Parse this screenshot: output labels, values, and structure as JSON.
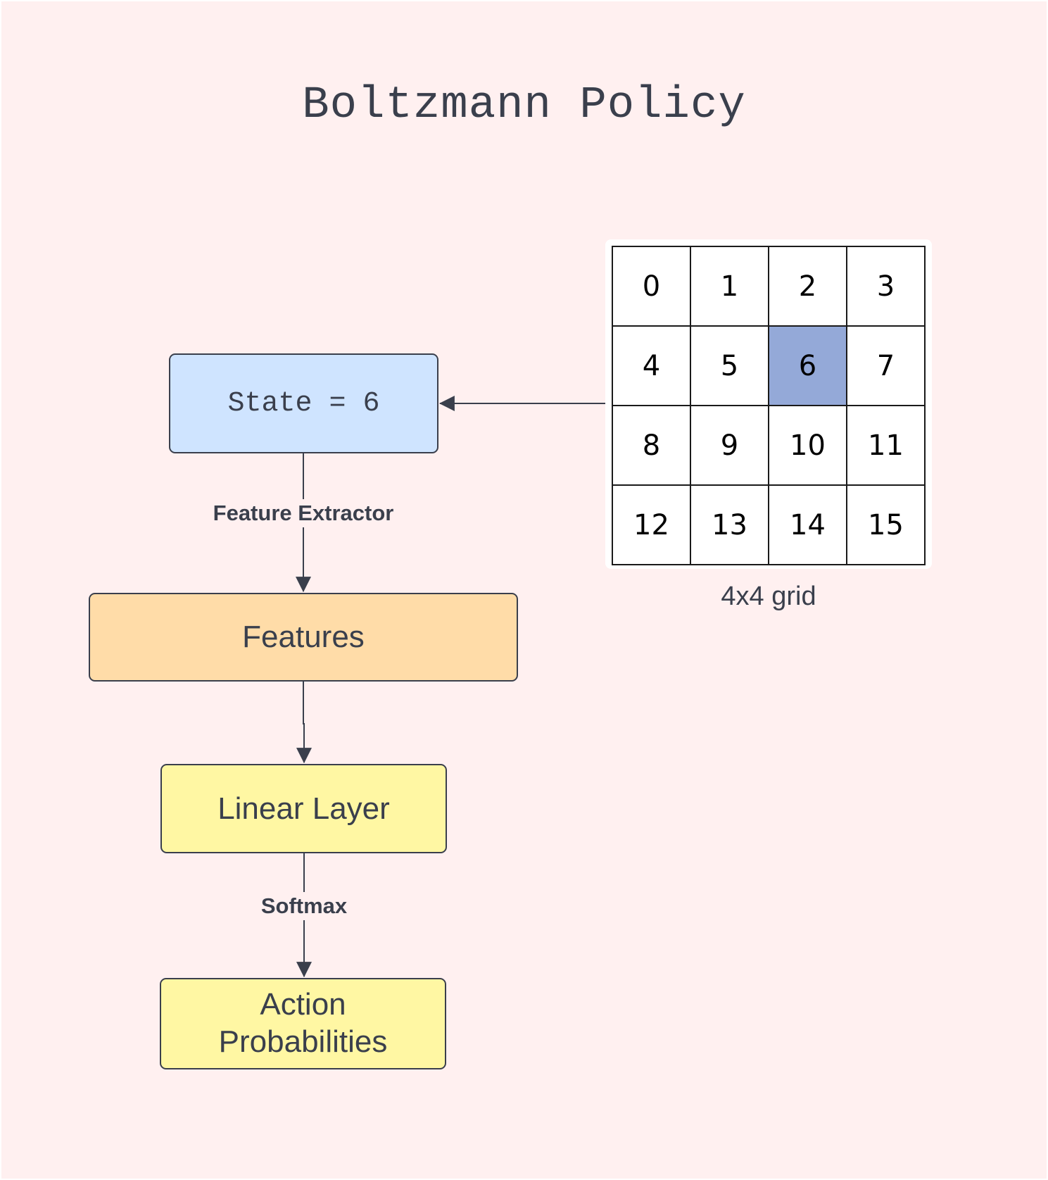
{
  "title": "Boltzmann Policy",
  "nodes": {
    "state": "State = 6",
    "features": "Features",
    "linear": "Linear Layer",
    "action": "Action\nProbabilities"
  },
  "edges": {
    "feature_extractor": "Feature Extractor",
    "softmax": "Softmax"
  },
  "grid": {
    "caption": "4x4 grid",
    "cells": [
      "0",
      "1",
      "2",
      "3",
      "4",
      "5",
      "6",
      "7",
      "8",
      "9",
      "10",
      "11",
      "12",
      "13",
      "14",
      "15"
    ],
    "highlight_index": 6,
    "highlight_color": "#94a9d8"
  },
  "colors": {
    "background": "#fff0f0",
    "state_fill": "#cfe4ff",
    "features_fill": "#ffdca8",
    "layer_fill": "#fff7a3",
    "stroke": "#3a3f4c"
  }
}
